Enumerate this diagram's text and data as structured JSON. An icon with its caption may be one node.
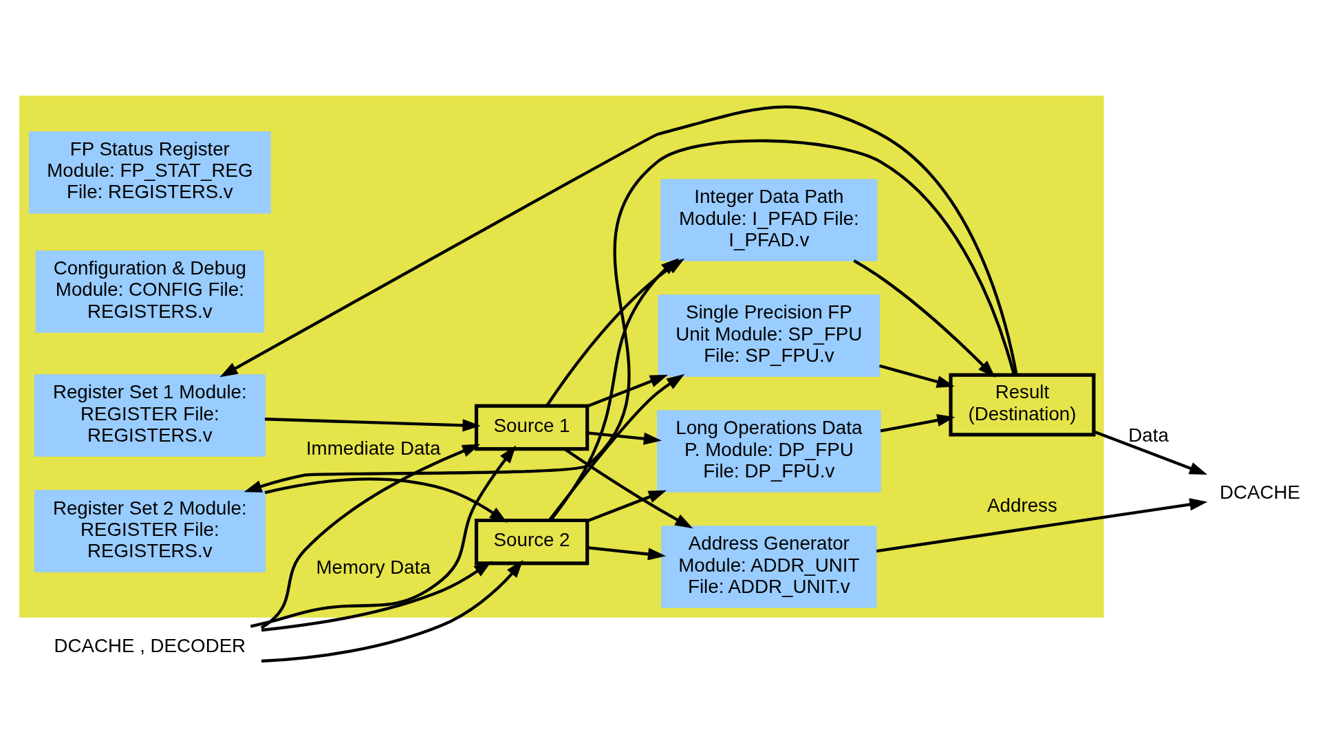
{
  "diagram": {
    "nodes": [
      {
        "text": [],
        "shape": "box"
      },
      {
        "text": [
          "FP Status Register Module: FP_STAT_REG File: REGISTERS.v"
        ],
        "in": 0
      },
      {
        "text": [
          "Configuration & Debug Module: CONFIG File: REGISTERS.v"
        ],
        "in": 0
      },
      {
        "text": [
          "Register Set 1 Module: REGISTER File: REGISTERS.v"
        ],
        "in": 0
      },
      {
        "text": [
          "Register Set 2 Module: REGISTER File: REGISTERS.v"
        ],
        "in": 0
      },
      {
        "text": [
          "Source 1"
        ],
        "in": 0
      },
      {
        "text": [
          "Source 2"
        ],
        "in": 0
      },
      {
        "text": [
          "Address Generator Module: ADDR_UNIT File: ADDR_UNIT.v"
        ],
        "in": 0
      },
      {
        "text": [
          "Integer Data Path Module: I_PFAD File: I_PFAD.v"
        ],
        "in": 0
      },
      {
        "text": [
          "Single Precision FP Unit Module: SP_FPU File: SP_FPU.v"
        ],
        "in": 0
      },
      {
        "text": [
          "Long Operations Data P. Module: DP_FPU File: DP_FPU.v"
        ],
        "in": 0
      },
      {
        "text": [
          "Result",
          "(Destination)"
        ],
        "in": 0
      },
      {
        "text": [
          "DCACHE , DECODER"
        ]
      },
      {
        "text": [
          "DCACHE"
        ]
      }
    ],
    "edges": [
      {
        "from": 5,
        "to": 7,
        "arrow": "to"
      },
      {
        "from": 6,
        "to": 7,
        "arrow": "to"
      },
      {
        "from": 5,
        "to": 8,
        "arrow": "to"
      },
      {
        "from": 6,
        "to": 8,
        "arrow": "to"
      },
      {
        "from": 5,
        "to": 9,
        "arrow": "to"
      },
      {
        "from": 6,
        "to": 9,
        "arrow": "to"
      },
      {
        "from": 5,
        "to": 10,
        "arrow": "to"
      },
      {
        "from": 6,
        "to": 10,
        "arrow": "to"
      },
      {
        "from": 12,
        "to": 5,
        "label": "Immediate Data",
        "arrow": "to"
      },
      {
        "from": 12,
        "to": 6,
        "arrow": "to"
      },
      {
        "from": 12,
        "to": 5,
        "label": "Memory Data",
        "arrow": "to"
      },
      {
        "from": 12,
        "to": 6,
        "arrow": "to"
      },
      {
        "from": 3,
        "to": 5,
        "arrow": "to"
      },
      {
        "from": 4,
        "to": 6,
        "arrow": "to"
      },
      {
        "from": 8,
        "to": 11,
        "arrow": "to"
      },
      {
        "from": 9,
        "to": 11,
        "arrow": "to"
      },
      {
        "from": 10,
        "to": 11,
        "arrow": "to"
      },
      {
        "from": 11,
        "to": 3,
        "arrow": "to"
      },
      {
        "from": 11,
        "to": 4,
        "arrow": "to"
      },
      {
        "from": 7,
        "to": 13,
        "label": "Address",
        "arrow": "to"
      },
      {
        "from": 11,
        "to": 13,
        "label": "Data",
        "arrow": "to"
      }
    ]
  }
}
